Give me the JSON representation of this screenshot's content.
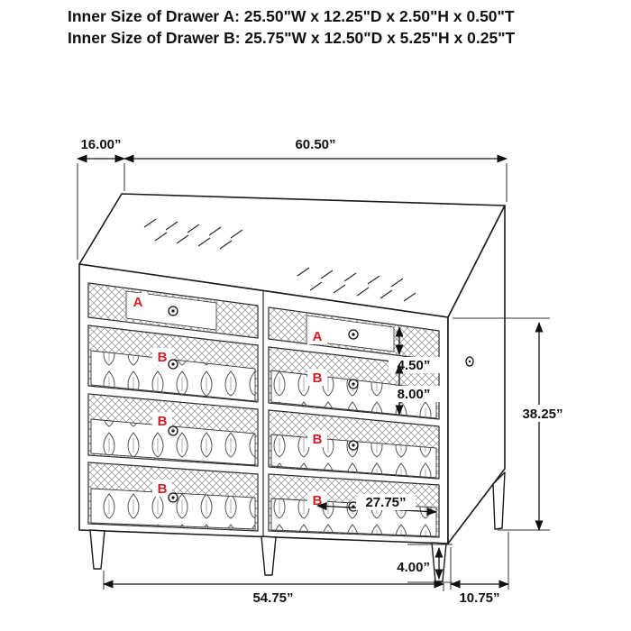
{
  "title": {
    "line1": "Inner Size of Drawer A: 25.50\"W x 12.25\"D x 2.50\"H x 0.50\"T",
    "line2": "Inner Size of Drawer B: 25.75\"W x 12.50\"D x 5.25\"H x 0.25\"T"
  },
  "dimensions": {
    "top_depth": "16.00”",
    "top_width": "60.50”",
    "drawer_a_height": "4.50”",
    "drawer_b_height": "8.00”",
    "drawer_inner_width": "27.75”",
    "overall_height": "38.25”",
    "leg_height": "4.00”",
    "front_width": "54.75”",
    "side_depth": "10.75”"
  },
  "drawers": {
    "left_column": [
      "A",
      "B",
      "B",
      "B"
    ],
    "right_column": [
      "A",
      "B",
      "B",
      "B"
    ]
  },
  "colors": {
    "label_red": "#d01f26",
    "line_black": "#1a1a1a"
  }
}
